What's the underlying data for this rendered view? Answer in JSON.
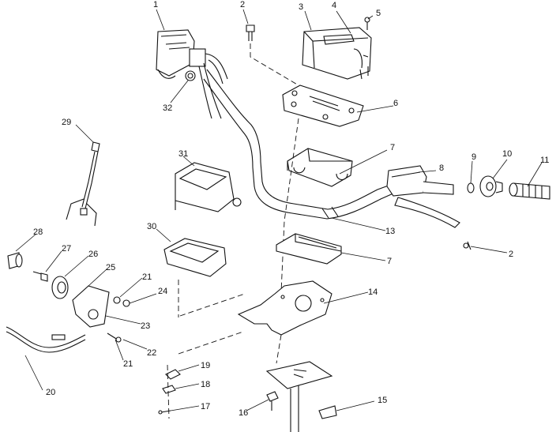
{
  "callouts": {
    "c1": "1",
    "c2": "2",
    "c2b": "2",
    "c3": "3",
    "c4": "4",
    "c5": "5",
    "c6": "6",
    "c7a": "7",
    "c7b": "7",
    "c8": "8",
    "c9": "9",
    "c10": "10",
    "c11": "11",
    "c13": "13",
    "c14": "14",
    "c15": "15",
    "c16": "16",
    "c17": "17",
    "c18": "18",
    "c19": "19",
    "c20": "20",
    "c21a": "21",
    "c21b": "21",
    "c22": "22",
    "c23": "23",
    "c24": "24",
    "c25": "25",
    "c26": "26",
    "c27": "27",
    "c28": "28",
    "c29": "29",
    "c30": "30",
    "c31": "31",
    "c32": "32"
  }
}
